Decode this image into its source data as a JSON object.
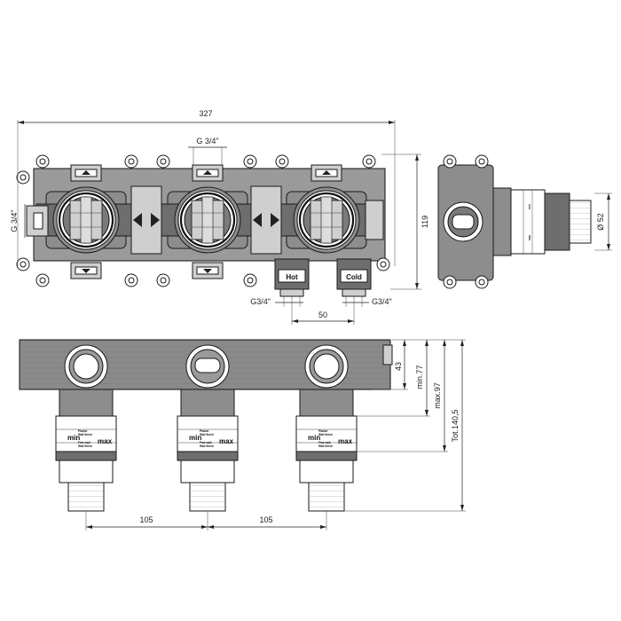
{
  "dimensions": {
    "overall_width": "327",
    "top_inlet_thread": "G 3/4\"",
    "side_inlet_thread": "G 3/4\"",
    "height_119": "119",
    "left_outlet_thread": "G3/4\"",
    "right_outlet_thread": "G3/4\"",
    "inlet_spacing": "50",
    "diameter": "Ø 52",
    "depth_43": "43",
    "depth_min": "min.77",
    "depth_max": "max.97",
    "depth_total": "Tot.140,5",
    "spacing_left": "105",
    "spacing_right": "105"
  },
  "labels": {
    "hot": "Hot",
    "cold": "Cold",
    "min": "min",
    "max": "max",
    "plaster_line_1": "Plaster",
    "plaster_line_2": "Wall finish",
    "plaster_line_3": "Fine wall",
    "plaster_line_4": "Wall finish"
  }
}
